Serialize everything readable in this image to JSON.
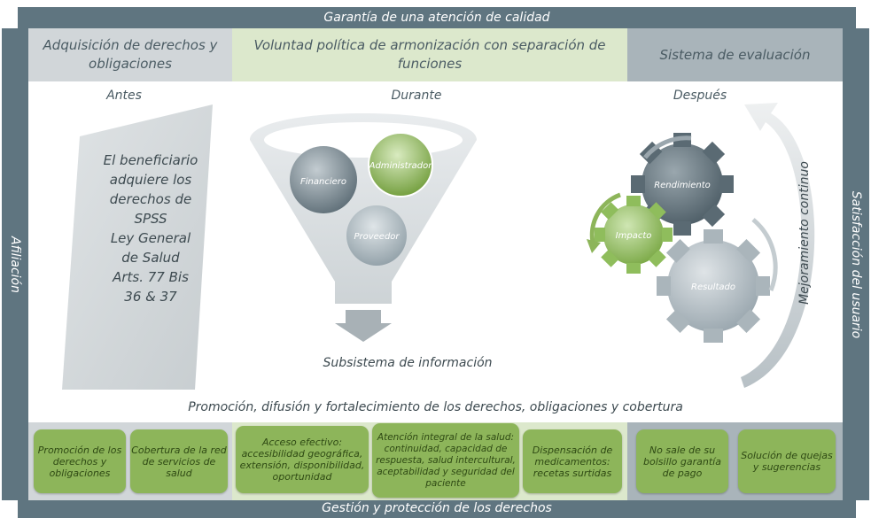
{
  "top_bar": "Garantía de una atención de calidad",
  "bottom_bar": "Gestión y protección de los derechos",
  "left_side": "Afiliación",
  "right_side": "Satisfacción del usuario",
  "headers": {
    "left": "Adquisición de derechos y obligaciones",
    "center": "Voluntad política de armonización con separación de funciones",
    "right": "Sistema de evaluación"
  },
  "phases": {
    "antes": "Antes",
    "durante": "Durante",
    "despues": "Después"
  },
  "antes_box": [
    "El beneficiario",
    "adquiere los",
    "derechos de",
    "SPSS",
    "Ley General",
    "de Salud",
    "Arts. 77 Bis",
    "36 & 37"
  ],
  "funnel": {
    "financiero": "Financiero",
    "administrador": "Administrador",
    "proveedor": "Proveedor"
  },
  "subsistema": "Subsistema de información",
  "gears": {
    "rendimiento": "Rendimiento",
    "impacto": "Impacto",
    "resultado": "Resultado"
  },
  "mejoramiento": "Mejoramiento continuo",
  "promocion": "Promoción, difusión y fortalecimiento de los derechos, obligaciones y cobertura",
  "pills": [
    "Promoción de los derechos y obligaciones",
    "Cobertura de la red de servicios de salud",
    "Acceso efectivo: accesibilidad geográfica, extensión, disponibilidad, oportunidad",
    "Atención integral de la salud: continuidad, capacidad de respuesta, salud intercultural, aceptabilidad y seguridad del paciente",
    "Dispensación de medicamentos: recetas surtidas",
    "No sale de su bolsillo garantía de pago",
    "Solución de quejas y sugerencias"
  ],
  "colors": {
    "bar": "#5f7580",
    "left_header": "#d1d6d9",
    "center_header": "#dce8cc",
    "right_header": "#a9b4ba",
    "pill": "#8db55a"
  }
}
